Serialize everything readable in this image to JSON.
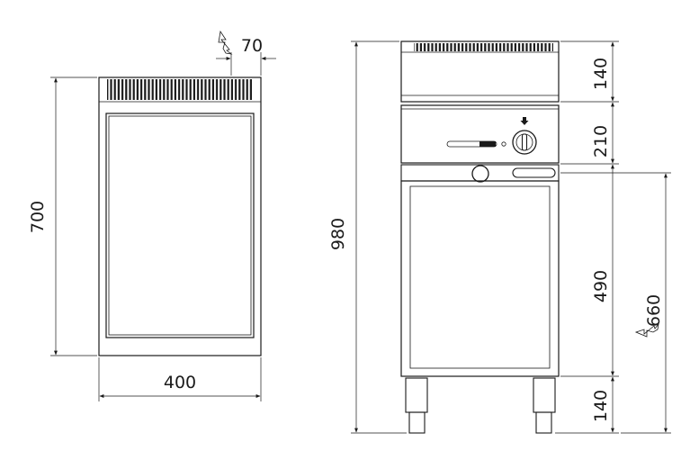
{
  "top_view": {
    "width_label": "400",
    "depth_label": "700",
    "connection_offset_label": "70",
    "connection_symbol": "power-connection-icon"
  },
  "front_view": {
    "overall_height_label": "980",
    "sections": [
      "140",
      "210",
      "490",
      "140"
    ],
    "connection_height_label": "660",
    "connection_symbol": "power-connection-icon",
    "knob_symbol": "control-knob-icon"
  }
}
